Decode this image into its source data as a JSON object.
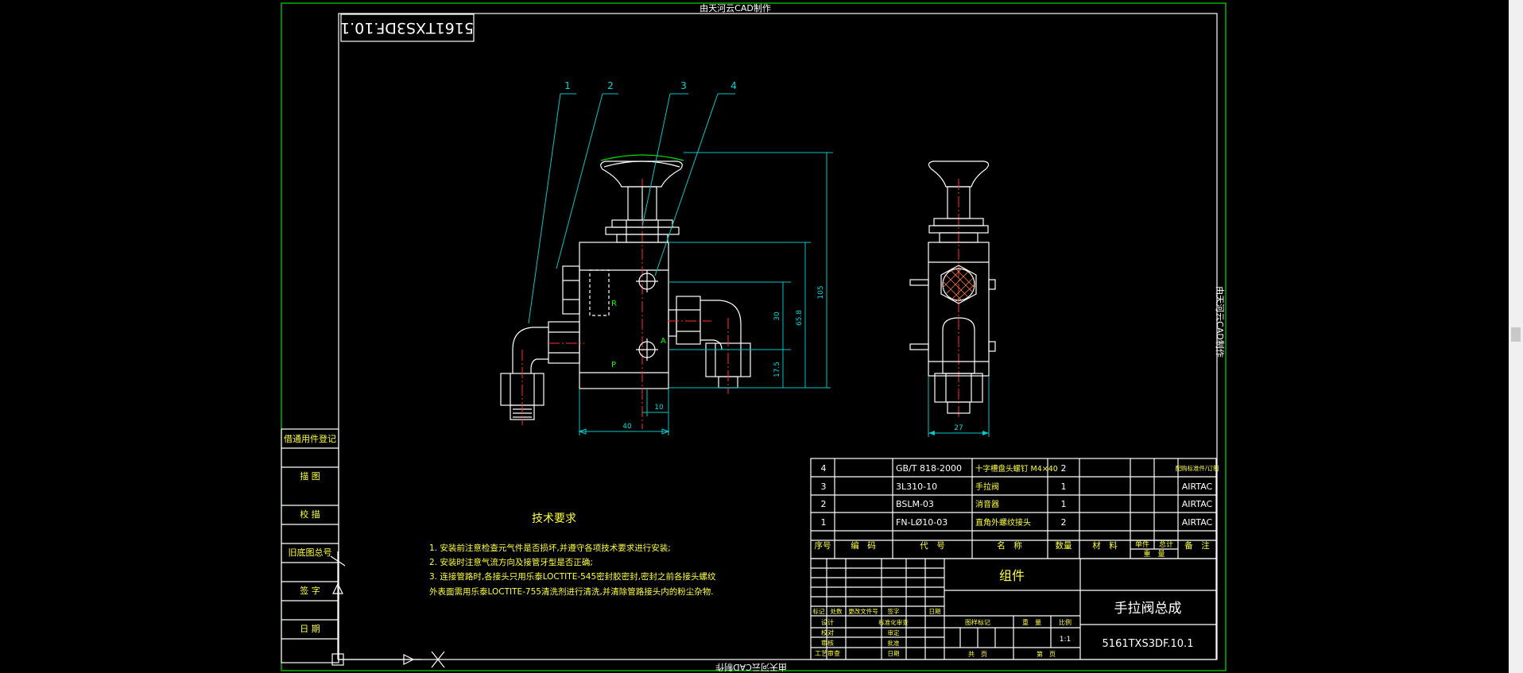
{
  "drawing": {
    "watermark_top": "由天河云CAD制作",
    "watermark_bottom": "由天河云CAD制作",
    "watermark_right": "由天河云CAD制作",
    "drawing_code_box": "5161TXS3DF.10.1",
    "balloons": [
      "1",
      "2",
      "3",
      "4"
    ],
    "port_labels": {
      "r": "R",
      "p": "P",
      "a": "A"
    },
    "dimensions": {
      "width_front": "40",
      "offset_10": "10",
      "height_30": "30",
      "height_65_8": "65.8",
      "height_105": "105",
      "height_17_5": "17.5",
      "width_side": "27"
    }
  },
  "side_strip": [
    "借通用件登记",
    "描 图",
    "校 描",
    "旧底图总号",
    "签 字",
    "日 期"
  ],
  "tech_requirements": {
    "title": "技术要求",
    "items": [
      "1. 安装前注意检查元气件是否损坏,并遵守各项技术要求进行安装;",
      "2. 安装时注意气流方向及接管牙型是否正确;",
      "3. 连接管路时,各接头只用乐泰LOCTITE-545密封胶密封,密封之前各接头螺纹",
      "   外表面需用乐泰LOCTITE-755清洗剂进行清洗,并清除管路接头内的粉尘杂物."
    ]
  },
  "bom": {
    "rows": [
      {
        "no": "4",
        "code": "GB/T 818-2000",
        "name": "十字槽盘头螺钉 M4×40",
        "qty": "2",
        "note": "配购标准件/订制"
      },
      {
        "no": "3",
        "code": "3L310-10",
        "name": "手拉阀",
        "qty": "1",
        "note": "AIRTAC"
      },
      {
        "no": "2",
        "code": "BSLM-03",
        "name": "消音器",
        "qty": "1",
        "note": "AIRTAC"
      },
      {
        "no": "1",
        "code": "FN-LØ10-03",
        "name": "直角外螺纹接头",
        "qty": "2",
        "note": "AIRTAC"
      }
    ],
    "headers": [
      "序号",
      "编　码",
      "代　号",
      "名　称",
      "数量",
      "材　料",
      "单件",
      "总计",
      "备　注"
    ],
    "weight_label": "重　量"
  },
  "title_block": {
    "group_label": "组件",
    "part_name": "手拉阀总成",
    "drawing_number": "5161TXS3DF.10.1",
    "rev_headers": [
      "标记",
      "处数",
      "更改文件号",
      "签字",
      "日期"
    ],
    "signer_labels": [
      "设计",
      "校对",
      "审核",
      "工艺审查"
    ],
    "designer_name": "",
    "middle_labels": [
      "标准化审查",
      "审定",
      "批准",
      "日期"
    ],
    "stage_headers": [
      "图样标记",
      "重　量",
      "比例"
    ],
    "scale": "1:1",
    "sheet_total": "共　页",
    "sheet_no": "第　页"
  },
  "colors": {
    "frame": "#00e000",
    "line": "#ffffff",
    "leader": "#00c8c8",
    "center": "#ff3030",
    "yellow": "#ffff40"
  }
}
